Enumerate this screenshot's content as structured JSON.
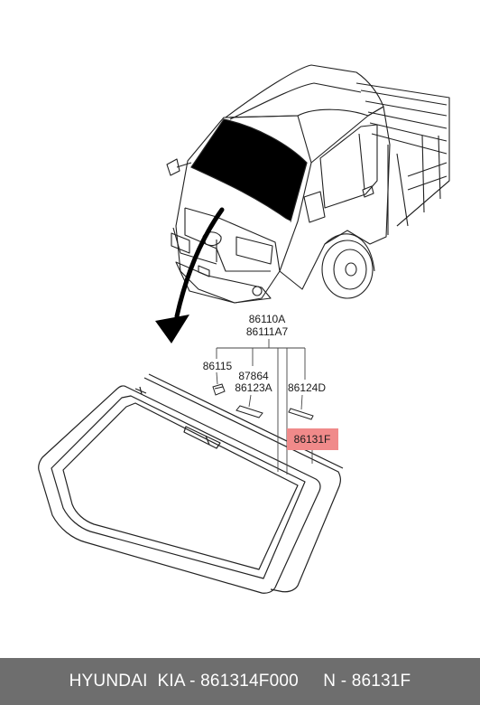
{
  "callouts": {
    "main_top": "86110A",
    "main_bottom": "86111A7",
    "clip": "86115",
    "molding_top": "87864",
    "molding_bottom": "86123A",
    "strip": "86124D",
    "dam": "86131F"
  },
  "footer": {
    "brand": "HYUNDAI  KIA - 861314F000",
    "part": "N - 86131F"
  },
  "colors": {
    "highlight": "#f08a8a",
    "footer_bg": "#6e6e6e"
  }
}
